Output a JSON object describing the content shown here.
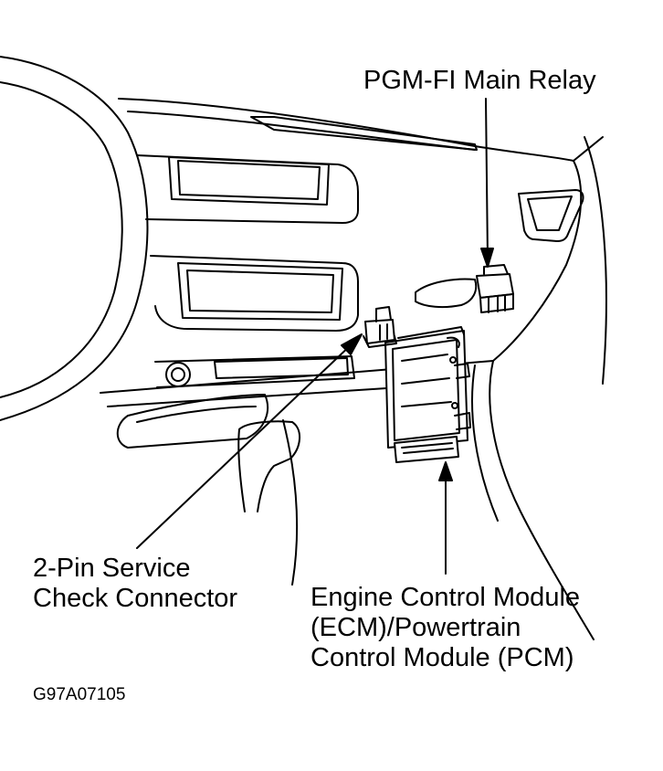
{
  "callouts": {
    "relay": {
      "text": "PGM-FI Main Relay"
    },
    "service_connector": {
      "line1": "2-Pin Service",
      "line2": "Check Connector"
    },
    "module": {
      "line1": "Engine Control Module",
      "line2": "(ECM)/Powertrain",
      "line3": "Control Module (PCM)"
    }
  },
  "figure_id": "G97A07105",
  "colors": {
    "ink": "#000000",
    "paper": "#ffffff"
  }
}
